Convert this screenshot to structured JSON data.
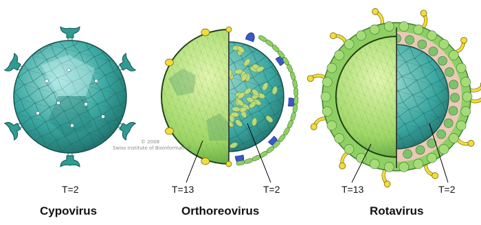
{
  "figure": {
    "copyright_year": "© 2008",
    "copyright_owner": "Swiss Institute of Bioinformatics"
  },
  "viruses": [
    {
      "name": "Cypovirus",
      "inner_t": "T=2"
    },
    {
      "name": "Orthoreovirus",
      "outer_t": "T=13",
      "inner_t": "T=2"
    },
    {
      "name": "Rotavirus",
      "outer_t": "T=13",
      "inner_t": "T=2"
    }
  ],
  "colors": {
    "cypo_capsid": "#3aa7a0",
    "cypo_turret": "#2f9c94",
    "outer_shell": "#b9e27f",
    "inner_core": "#3aa7a0",
    "spike_yellow": "#f2dc3a",
    "spike_blue": "#3b57c9",
    "vp7_green": "#8fd064",
    "pink_layer": "#e9c9b6"
  }
}
